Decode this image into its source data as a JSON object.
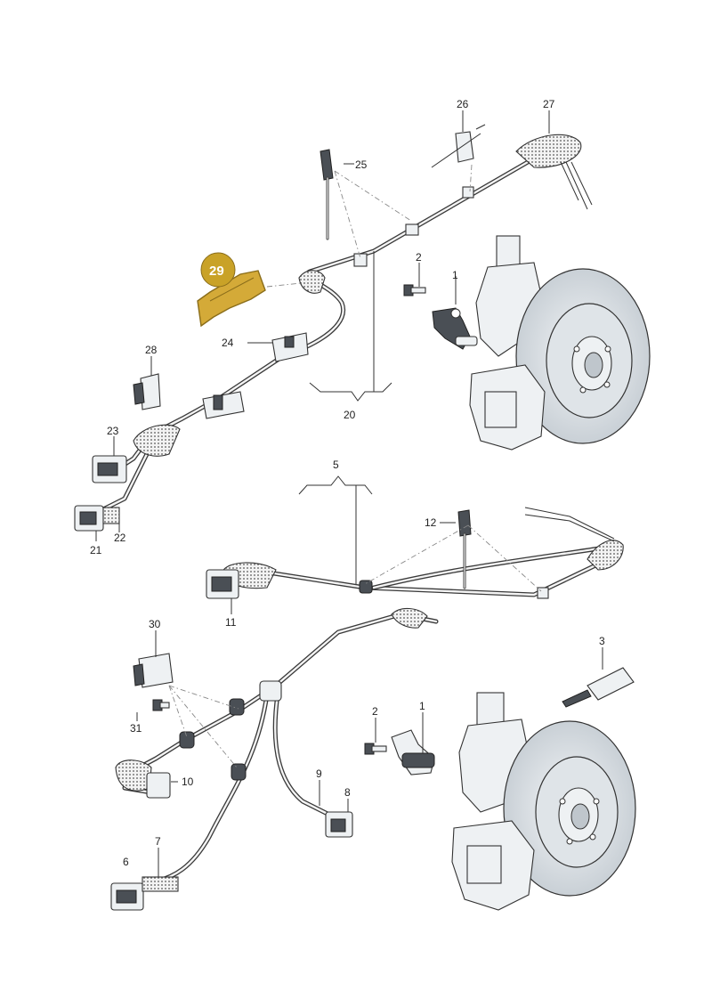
{
  "callouts": [
    {
      "id": "c1a",
      "text": "1"
    },
    {
      "id": "c2a",
      "text": "2"
    },
    {
      "id": "c20",
      "text": "20"
    },
    {
      "id": "c21",
      "text": "21"
    },
    {
      "id": "c22",
      "text": "22"
    },
    {
      "id": "c23",
      "text": "23"
    },
    {
      "id": "c24",
      "text": "24"
    },
    {
      "id": "c25",
      "text": "25"
    },
    {
      "id": "c26",
      "text": "26"
    },
    {
      "id": "c27",
      "text": "27"
    },
    {
      "id": "c28",
      "text": "28"
    },
    {
      "id": "c5",
      "text": "5"
    },
    {
      "id": "c12",
      "text": "12"
    },
    {
      "id": "c11",
      "text": "11"
    },
    {
      "id": "c3",
      "text": "3"
    },
    {
      "id": "c30",
      "text": "30"
    },
    {
      "id": "c31",
      "text": "31"
    },
    {
      "id": "c1b",
      "text": "1"
    },
    {
      "id": "c2b",
      "text": "2"
    },
    {
      "id": "c10",
      "text": "10"
    },
    {
      "id": "c9",
      "text": "9"
    },
    {
      "id": "c8",
      "text": "8"
    },
    {
      "id": "c7",
      "text": "7"
    },
    {
      "id": "c6",
      "text": "6"
    }
  ],
  "highlight": {
    "text": "29",
    "color": "#c9a227"
  },
  "colors": {
    "line": "#333333",
    "part_fill": "#eef1f3",
    "highlight_fill": "#d4aa38"
  }
}
